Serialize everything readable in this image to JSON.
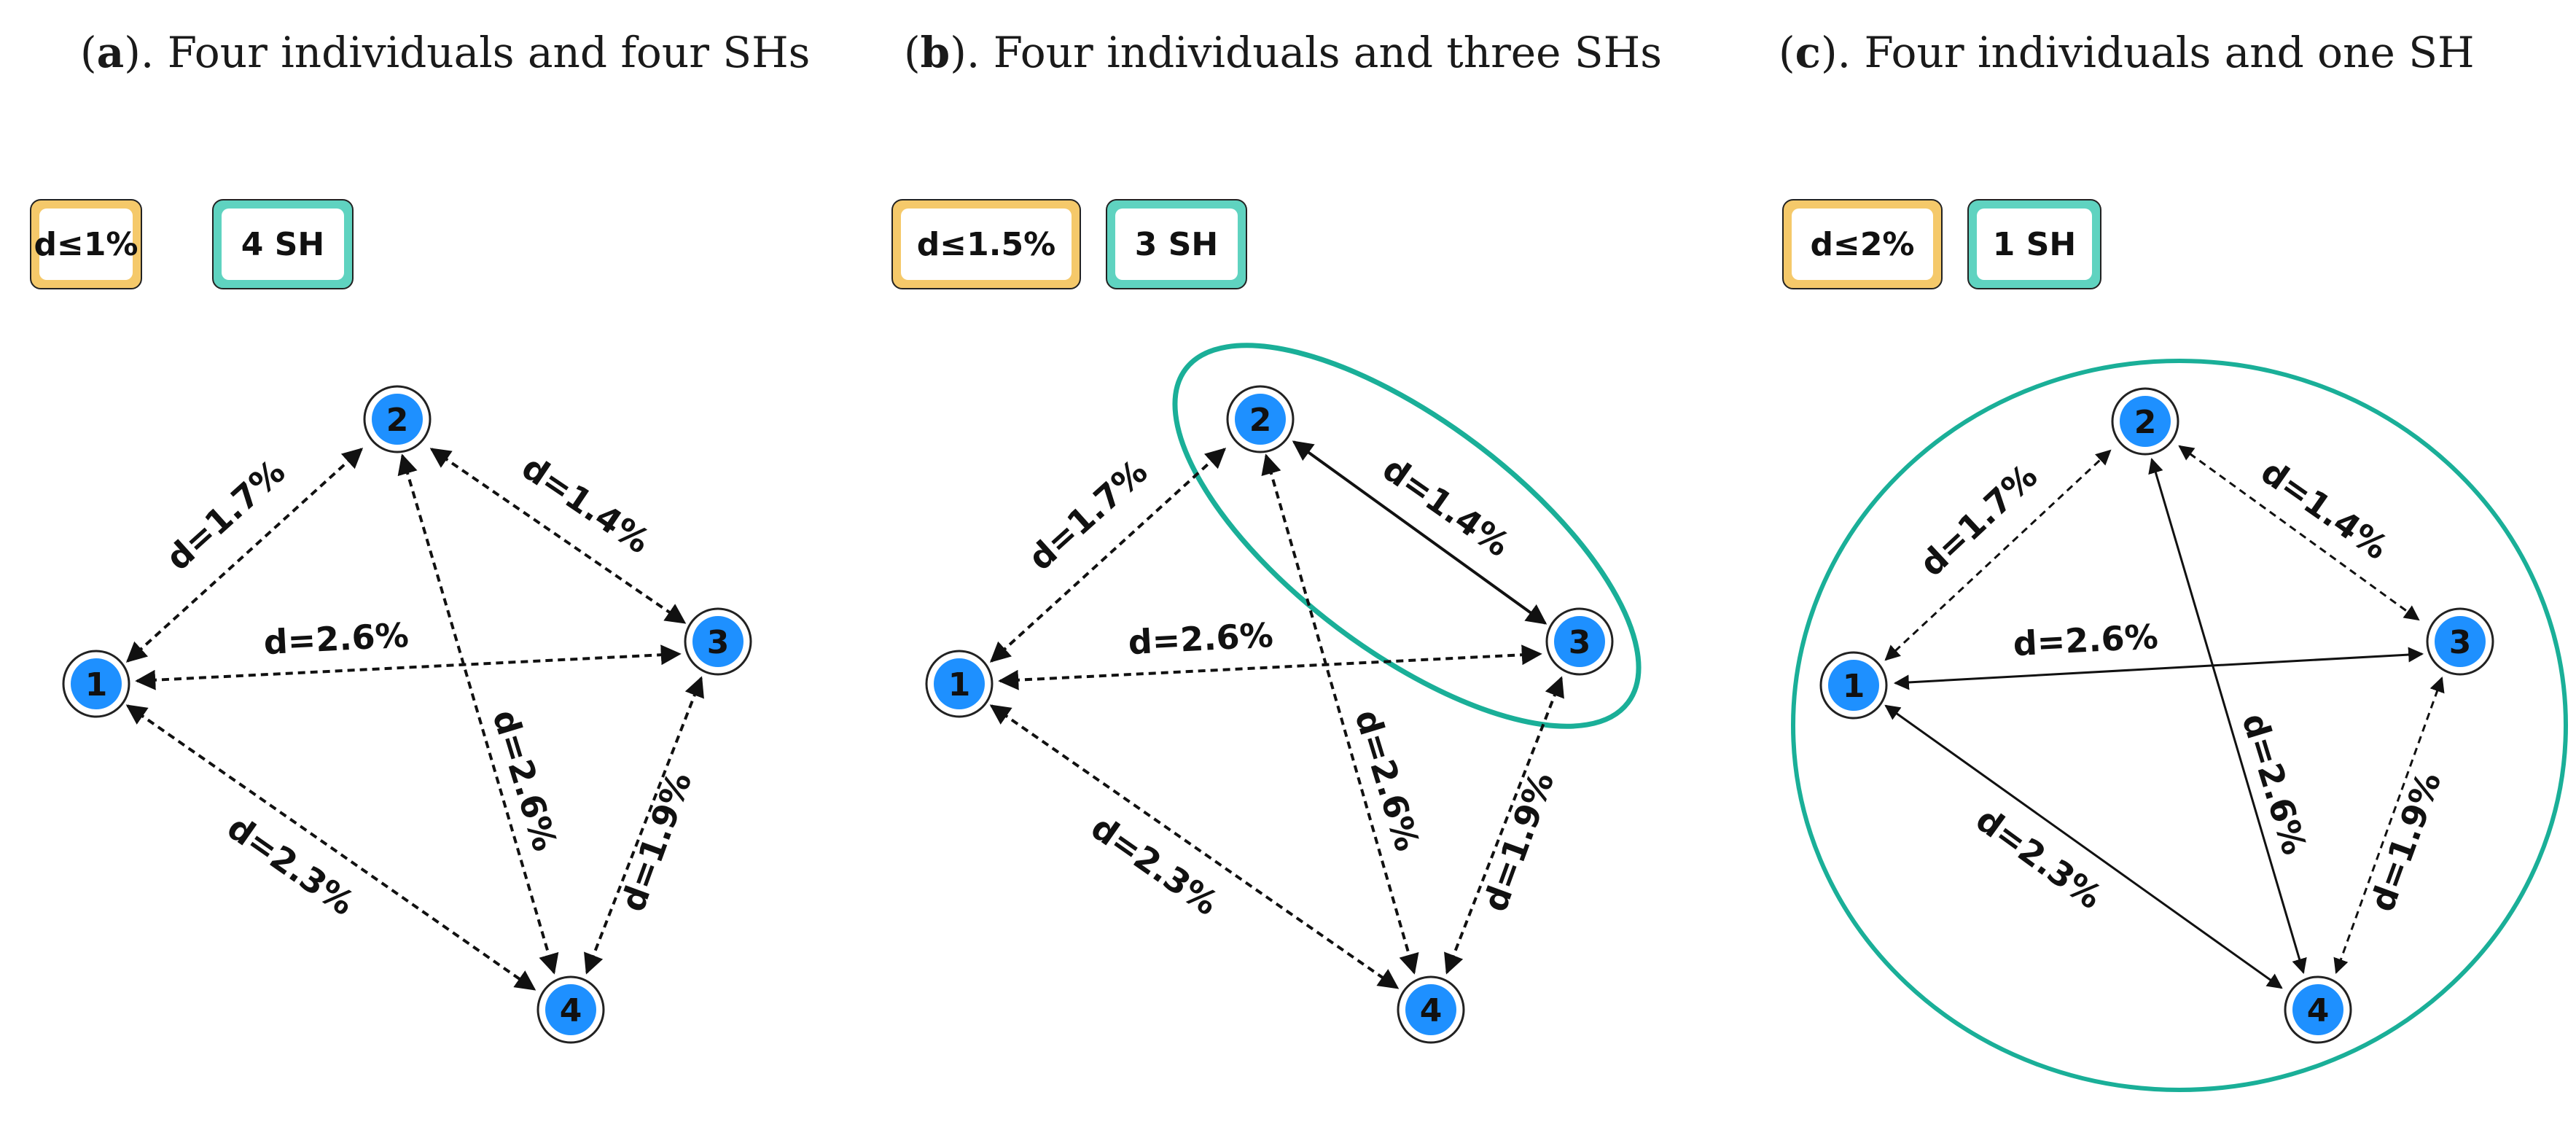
{
  "panels": [
    {
      "id": "a",
      "title_letter": "a",
      "title_text": "). Four individuals and four SHs",
      "threshold_tag": "d≤1%",
      "sh_tag": "4 SH",
      "nodes": [
        "1",
        "2",
        "3",
        "4"
      ],
      "edges": [
        {
          "from": "1",
          "to": "2",
          "label": "d=1.7%",
          "style": "dashed"
        },
        {
          "from": "2",
          "to": "3",
          "label": "d=1.4%",
          "style": "dashed"
        },
        {
          "from": "1",
          "to": "3",
          "label": "d=2.6%",
          "style": "dashed"
        },
        {
          "from": "1",
          "to": "4",
          "label": "d=2.3%",
          "style": "dashed"
        },
        {
          "from": "2",
          "to": "4",
          "label": "d=2.6%",
          "style": "dashed"
        },
        {
          "from": "3",
          "to": "4",
          "label": "d=1.9%",
          "style": "dashed"
        }
      ],
      "groups": []
    },
    {
      "id": "b",
      "title_letter": "b",
      "title_text": "). Four individuals and three SHs",
      "threshold_tag": "d≤1.5%",
      "sh_tag": "3 SH",
      "nodes": [
        "1",
        "2",
        "3",
        "4"
      ],
      "edges": [
        {
          "from": "1",
          "to": "2",
          "label": "d=1.7%",
          "style": "dashed"
        },
        {
          "from": "2",
          "to": "3",
          "label": "d=1.4%",
          "style": "solid"
        },
        {
          "from": "1",
          "to": "3",
          "label": "d=2.6%",
          "style": "dashed"
        },
        {
          "from": "1",
          "to": "4",
          "label": "d=2.3%",
          "style": "dashed"
        },
        {
          "from": "2",
          "to": "4",
          "label": "d=2.6%",
          "style": "dashed"
        },
        {
          "from": "3",
          "to": "4",
          "label": "d=1.9%",
          "style": "dashed"
        }
      ],
      "groups": [
        [
          "2",
          "3"
        ]
      ]
    },
    {
      "id": "c",
      "title_letter": "c",
      "title_text": "). Four individuals and one SH",
      "threshold_tag": "d≤2%",
      "sh_tag": "1 SH",
      "nodes": [
        "1",
        "2",
        "3",
        "4"
      ],
      "edges": [
        {
          "from": "1",
          "to": "2",
          "label": "d=1.7%",
          "style": "dashed"
        },
        {
          "from": "2",
          "to": "3",
          "label": "d=1.4%",
          "style": "dashed"
        },
        {
          "from": "1",
          "to": "3",
          "label": "d=2.6%",
          "style": "solid"
        },
        {
          "from": "1",
          "to": "4",
          "label": "d=2.3%",
          "style": "solid"
        },
        {
          "from": "2",
          "to": "4",
          "label": "d=2.6%",
          "style": "solid"
        },
        {
          "from": "3",
          "to": "4",
          "label": "d=1.9%",
          "style": "dashed"
        }
      ],
      "groups": [
        [
          "1",
          "2",
          "3",
          "4"
        ]
      ]
    }
  ],
  "colors": {
    "node_fill": "#1e90ff",
    "threshold_tag_border": "#f5c96a",
    "sh_tag_border": "#5fd3c0",
    "group_outline": "#1aaf98",
    "edge": "#111111"
  }
}
